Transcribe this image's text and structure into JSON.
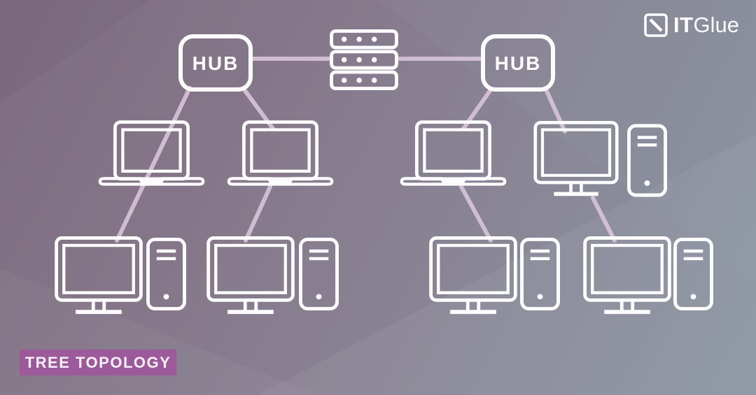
{
  "title": "TREE TOPOLOGY",
  "branding": {
    "mark_icon": "itglue-mark-icon",
    "logo_bold": "IT",
    "logo_light": "Glue"
  },
  "badge": {
    "label": "TREE TOPOLOGY",
    "background": "#9c5a9a",
    "text_color": "#f7eff7"
  },
  "colors": {
    "background_top_left": "#7e6c80",
    "background_bottom_right": "#8c96a2",
    "connection_line": "#d7c3d8",
    "icon_stroke": "#fdfcfd"
  },
  "hubs": {
    "left": {
      "label": "HUB"
    },
    "right": {
      "label": "HUB"
    }
  },
  "topology": {
    "type": "tree",
    "nodes": [
      {
        "id": "server",
        "kind": "server",
        "icon": "server-icon"
      },
      {
        "id": "hub-left",
        "kind": "hub",
        "label": "HUB"
      },
      {
        "id": "hub-right",
        "kind": "hub",
        "label": "HUB"
      },
      {
        "id": "laptop-1",
        "kind": "laptop",
        "icon": "laptop-icon"
      },
      {
        "id": "laptop-2",
        "kind": "laptop",
        "icon": "laptop-icon"
      },
      {
        "id": "laptop-3",
        "kind": "laptop",
        "icon": "laptop-icon"
      },
      {
        "id": "desktop-1",
        "kind": "desktop-with-tower",
        "icon": "desktop-tower-icon"
      },
      {
        "id": "workstation-1",
        "kind": "desktop-with-tower",
        "icon": "desktop-tower-icon"
      },
      {
        "id": "workstation-2",
        "kind": "desktop-with-tower",
        "icon": "desktop-tower-icon"
      },
      {
        "id": "workstation-3",
        "kind": "desktop-with-tower",
        "icon": "desktop-tower-icon"
      },
      {
        "id": "workstation-4",
        "kind": "desktop-with-tower",
        "icon": "desktop-tower-icon"
      }
    ],
    "edges": [
      {
        "from": "hub-left",
        "to": "server"
      },
      {
        "from": "hub-right",
        "to": "server"
      },
      {
        "from": "hub-left",
        "to": "laptop-1"
      },
      {
        "from": "hub-left",
        "to": "laptop-2"
      },
      {
        "from": "hub-right",
        "to": "laptop-3"
      },
      {
        "from": "hub-right",
        "to": "desktop-1"
      },
      {
        "from": "laptop-1",
        "to": "workstation-1"
      },
      {
        "from": "laptop-2",
        "to": "workstation-2"
      },
      {
        "from": "laptop-3",
        "to": "workstation-3"
      },
      {
        "from": "desktop-1",
        "to": "workstation-4"
      }
    ]
  }
}
